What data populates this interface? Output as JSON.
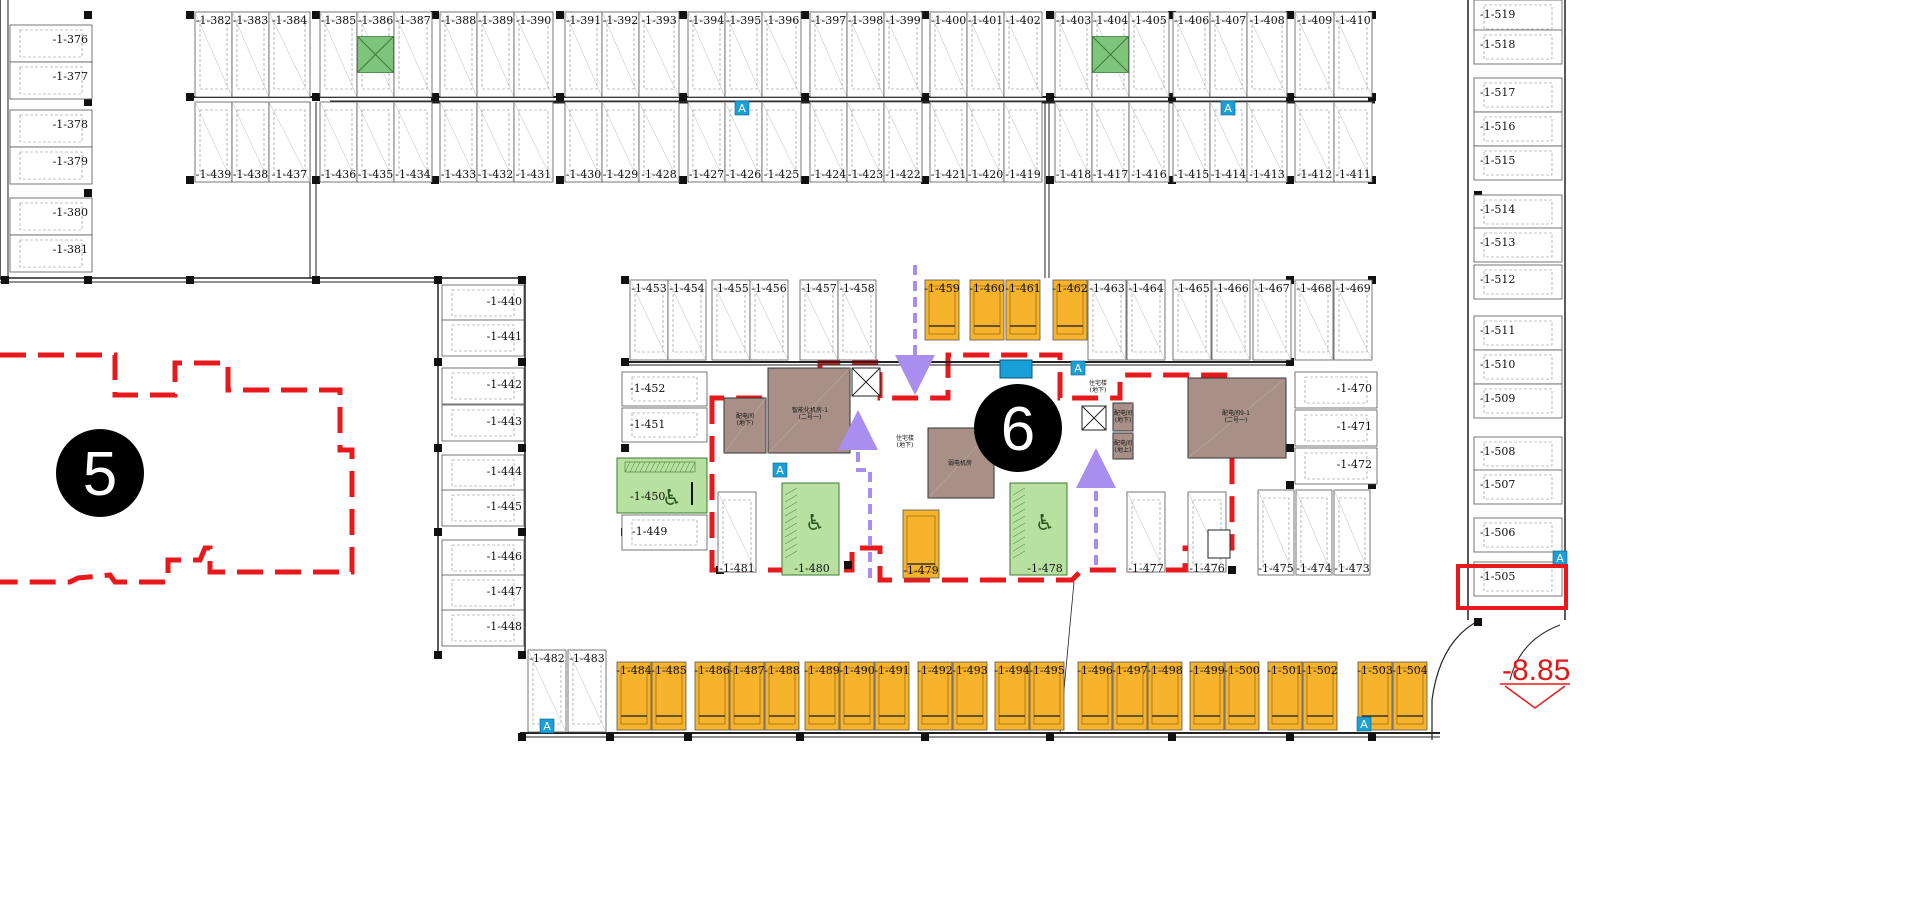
{
  "colors": {
    "line": "#555555",
    "wall": "#222222",
    "zone": "#e8191c",
    "yellow": "#f7b32b",
    "green": "#b8e0a0",
    "brown": "#a89088",
    "arrow": "#a98ef0",
    "accessible": "#1aa0d8"
  },
  "zones": [
    {
      "label": "5"
    },
    {
      "label": "6"
    }
  ],
  "elevation": "-8.85",
  "highlighted_space": "-1-505",
  "rows": {
    "top_upper": [
      "-1-382",
      "-1-383",
      "-1-384",
      "-1-385",
      "-1-386",
      "-1-387",
      "-1-388",
      "-1-389",
      "-1-390",
      "-1-391",
      "-1-392",
      "-1-393",
      "-1-394",
      "-1-395",
      "-1-396",
      "-1-397",
      "-1-398",
      "-1-399",
      "-1-400",
      "-1-401",
      "-1-402",
      "-1-403",
      "-1-404",
      "-1-405",
      "-1-406",
      "-1-407",
      "-1-408",
      "-1-409",
      "-1-410"
    ],
    "top_lower": [
      "-1-439",
      "-1-438",
      "-1-437",
      "-1-436",
      "-1-435",
      "-1-434",
      "-1-433",
      "-1-432",
      "-1-431",
      "-1-430",
      "-1-429",
      "-1-428",
      "-1-427",
      "-1-426",
      "-1-425",
      "-1-424",
      "-1-423",
      "-1-422",
      "-1-421",
      "-1-420",
      "-1-419",
      "-1-418",
      "-1-417",
      "-1-416",
      "-1-415",
      "-1-414",
      "-1-413",
      "-1-412",
      "-1-411"
    ],
    "left_column": [
      "-1-376",
      "-1-377",
      "-1-378",
      "-1-379",
      "-1-380",
      "-1-381"
    ],
    "mid_column": [
      "-1-440",
      "-1-441",
      "-1-442",
      "-1-443",
      "-1-444",
      "-1-445",
      "-1-446",
      "-1-447",
      "-1-448"
    ],
    "core_top_left": [
      "-1-453",
      "-1-454",
      "-1-455",
      "-1-456",
      "-1-457",
      "-1-458"
    ],
    "core_top_yellow": [
      "-1-459",
      "-1-460",
      "-1-461",
      "-1-462"
    ],
    "core_top_right": [
      "-1-463",
      "-1-464",
      "-1-465",
      "-1-466",
      "-1-467",
      "-1-468",
      "-1-469"
    ],
    "core_left": [
      "-1-452",
      "-1-451",
      "-1-450",
      "-1-449"
    ],
    "core_right": [
      "-1-470",
      "-1-471",
      "-1-472"
    ],
    "core_bottom_right": [
      "-1-475",
      "-1-474",
      "-1-473"
    ],
    "core_interior": [
      "-1-481",
      "-1-480",
      "-1-479",
      "-1-478",
      "-1-477",
      "-1-476"
    ],
    "bottom_white": [
      "-1-482",
      "-1-483"
    ],
    "bottom_yellow": [
      "-1-484",
      "-1-485",
      "-1-486",
      "-1-487",
      "-1-488",
      "-1-489",
      "-1-490",
      "-1-491",
      "-1-492",
      "-1-493",
      "-1-494",
      "-1-495",
      "-1-496",
      "-1-497",
      "-1-498",
      "-1-499",
      "-1-500",
      "-1-501",
      "-1-502",
      "-1-503",
      "-1-504"
    ],
    "right_column": [
      "-1-519",
      "-1-518",
      "-1-517",
      "-1-516",
      "-1-515",
      "-1-514",
      "-1-513",
      "-1-512",
      "-1-511",
      "-1-510",
      "-1-509",
      "-1-508",
      "-1-507",
      "-1-506",
      "-1-505"
    ]
  },
  "rooms": [
    {
      "label": "配电间\n(地下)"
    },
    {
      "label": "智能化机房-1\n(二号一)"
    },
    {
      "label": "住宅楼\n(地下)"
    },
    {
      "label": "弱电机房"
    },
    {
      "label": "住宅楼\n(地下)"
    },
    {
      "label": "配电间\n(地下)"
    },
    {
      "label": "配电间\n(地上)"
    },
    {
      "label": "配电间9-1\n(二号一)"
    }
  ],
  "markers": {
    "accessible_sign": "A"
  }
}
